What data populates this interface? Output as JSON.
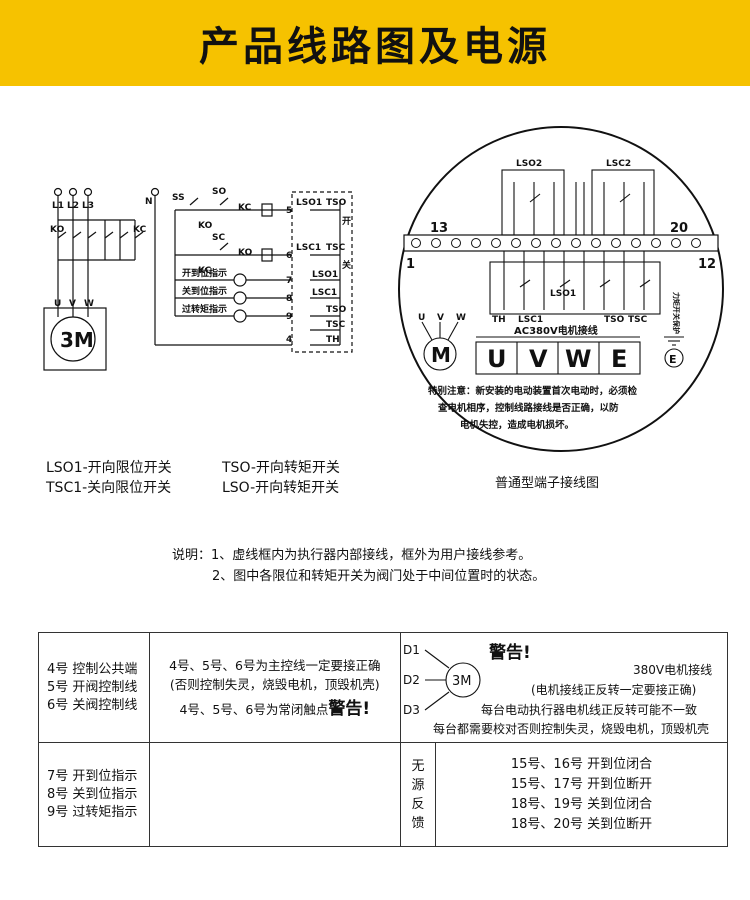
{
  "banner": {
    "title": "产品线路图及电源",
    "bg_color": "#f6c200"
  },
  "left_diagram": {
    "terminals_top": [
      "L1",
      "L2",
      "L3",
      "N"
    ],
    "contactors": [
      "KO",
      "KC"
    ],
    "buttons": [
      "SS",
      "SO",
      "SC"
    ],
    "aux_contacts": [
      "KC",
      "KO",
      "KO",
      "KC"
    ],
    "phase_labels": [
      "U",
      "V",
      "W"
    ],
    "motor": "3M",
    "indicators": [
      "开到位指示",
      "关到位指示",
      "过转矩指示"
    ],
    "box_numbers": [
      "5",
      "6",
      "7",
      "8",
      "9",
      "4"
    ],
    "box_labels": [
      "LSO1",
      "TSO",
      "LSC1",
      "TSC",
      "LSO1",
      "LSC1",
      "TSO",
      "TSC",
      "TH"
    ],
    "box_side": [
      "开",
      "关"
    ]
  },
  "legend": {
    "lines": [
      "LSO1-开向限位开关",
      "TSC1-关向限位开关",
      "TSO-开向转矩开关",
      "LSO-开向转矩开关"
    ]
  },
  "right_diagram": {
    "top_labels": [
      "LSO2",
      "LSC2"
    ],
    "corner_numbers": [
      "13",
      "20",
      "1",
      "12"
    ],
    "mid_labels": [
      "TH",
      "LSC1",
      "LSO1",
      "TSO",
      "TSC"
    ],
    "side_text": "力矩开关保护",
    "ac_label": "AC380V电机接线",
    "uvw_small": [
      "U",
      "V",
      "W"
    ],
    "motor_symbol": "M",
    "big_terminals": [
      "U",
      "V",
      "W",
      "E"
    ],
    "ground_symbol": "E",
    "warning_lines": [
      "特别注意：新安装的电动装置首次电动时，必须检",
      "查电机相序，控制线路接线是否正确，以防",
      "电机失控，造成电机损坏。"
    ],
    "caption": "普通型端子接线图"
  },
  "notes": {
    "lines": [
      "说明：1、虚线框内为执行器内部接线，框外为用户接线参考。",
      "2、图中各限位和转矩开关为阀门处于中间位置时的状态。"
    ]
  },
  "table": {
    "r1c1": [
      "4号 控制公共端",
      "5号 开阀控制线",
      "6号 关阀控制线"
    ],
    "r1c2": {
      "line1": "4号、5号、6号为主控线一定要接正确",
      "line2": "(否则控制失灵，烧毁电机，顶毁机壳)",
      "line3_prefix": "4号、5号、6号为常闭触点",
      "line3_warn": "警告!"
    },
    "r1c3": {
      "d_labels": [
        "D1",
        "D2",
        "D3"
      ],
      "motor": "3M",
      "warn": "警告!",
      "line1": "380V电机接线",
      "line2": "(电机接线正反转一定要接正确)",
      "line3": "每台电动执行器电机线正反转可能不一致",
      "line4": "每台都需要校对否则控制失灵，烧毁电机，顶毁机壳"
    },
    "r2c1": [
      "7号 开到位指示",
      "8号 关到位指示",
      "9号 过转矩指示"
    ],
    "r2_label": [
      "无",
      "源",
      "反",
      "馈"
    ],
    "r2_feedback": [
      "15号、16号  开到位闭合",
      "15号、17号  开到位断开",
      "18号、19号  关到位闭合",
      "18号、20号  关到位断开"
    ]
  }
}
